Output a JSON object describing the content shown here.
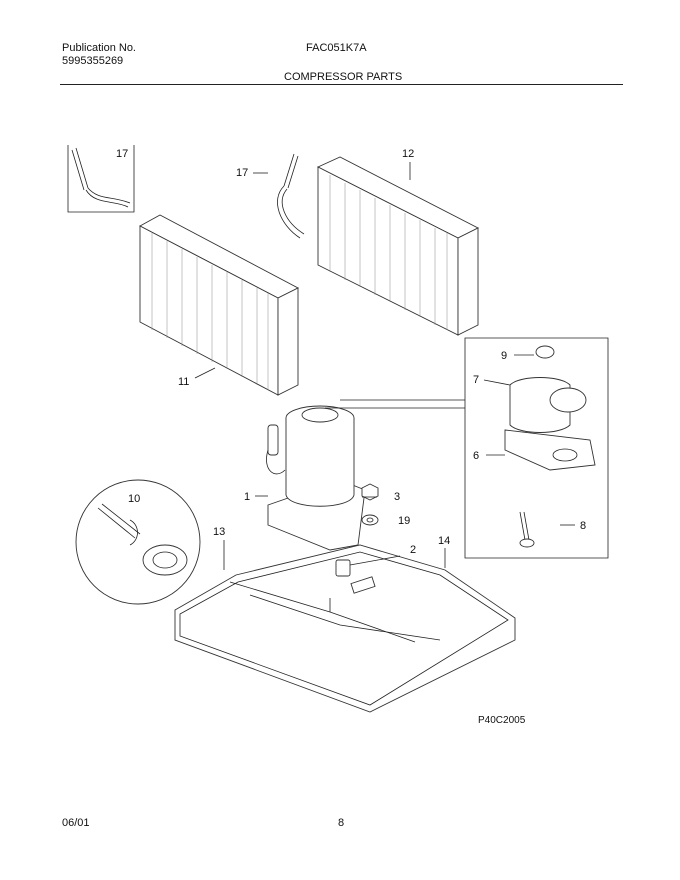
{
  "header": {
    "publication_label": "Publication No.",
    "publication_number": "5995355269",
    "model": "FAC051K7A",
    "section_title": "COMPRESSOR PARTS"
  },
  "diagram": {
    "code": "P40C2005",
    "callouts": {
      "c1": "1",
      "c2": "2",
      "c3": "3",
      "c6": "6",
      "c7": "7",
      "c8": "8",
      "c9": "9",
      "c10": "10",
      "c11": "11",
      "c12": "12",
      "c13": "13",
      "c14": "14",
      "c17a": "17",
      "c17b": "17",
      "c19": "19"
    }
  },
  "footer": {
    "date": "06/01",
    "page": "8"
  }
}
